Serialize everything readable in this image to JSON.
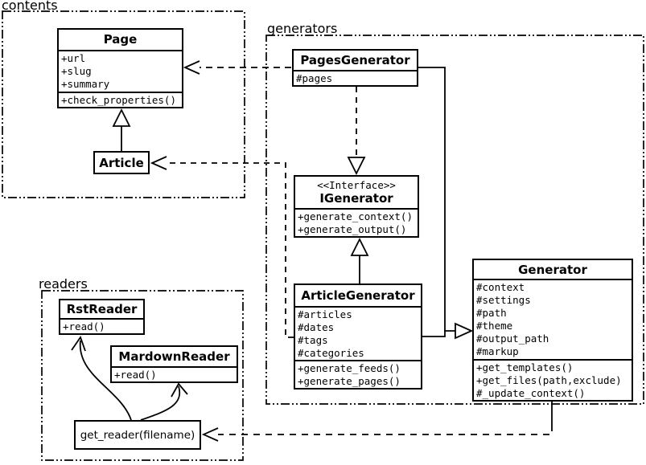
{
  "packages": {
    "contents": {
      "label": "contents"
    },
    "generators": {
      "label": "generators"
    },
    "readers": {
      "label": "readers"
    }
  },
  "classes": {
    "page": {
      "name": "Page",
      "attributes": [
        "+url",
        "+slug",
        "+summary"
      ],
      "methods": [
        "+check_properties()"
      ]
    },
    "article": {
      "name": "Article"
    },
    "pages_generator": {
      "name": "PagesGenerator",
      "attributes": [
        "#pages"
      ]
    },
    "igenerator": {
      "stereotype": "<<Interface>>",
      "name": "IGenerator",
      "methods": [
        "+generate_context()",
        "+generate_output()"
      ]
    },
    "article_generator": {
      "name": "ArticleGenerator",
      "attributes": [
        "#articles",
        "#dates",
        "#tags",
        "#categories"
      ],
      "methods": [
        "+generate_feeds()",
        "+generate_pages()"
      ]
    },
    "generator": {
      "name": "Generator",
      "attributes": [
        "#context",
        "#settings",
        "#path",
        "#theme",
        "#output_path",
        "#markup"
      ],
      "methods": [
        "+get_templates()",
        "+get_files(path,exclude)",
        "#_update_context()"
      ]
    },
    "rst_reader": {
      "name": "RstReader",
      "methods": [
        "+read()"
      ]
    },
    "mardown_reader": {
      "name": "MardownReader",
      "methods": [
        "+read()"
      ]
    },
    "get_reader": {
      "label": "get_reader(filename)"
    }
  },
  "relations": {
    "article_extends_page": "inheritance",
    "articlegenerator_extends_generator": "inheritance",
    "pagesgenerator_extends_generator": "inheritance",
    "pagesgenerator_realizes_igenerator": "realization",
    "articlegenerator_realizes_igenerator": "realization",
    "pagesgenerator_uses_page": "dependency",
    "articlegenerator_uses_article": "dependency",
    "generator_uses_get_reader": "dependency",
    "get_reader_to_rstreader": "association",
    "get_reader_to_mardownreader": "association"
  },
  "colors": {
    "line": "#000000",
    "background": "#ffffff",
    "box_fill": "#ffffff"
  }
}
